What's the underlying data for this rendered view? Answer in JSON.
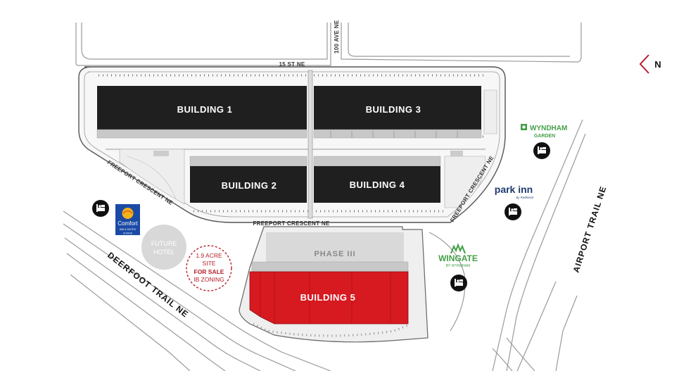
{
  "compass": {
    "label": "N"
  },
  "colors": {
    "building": "#1f1f1f",
    "highlight": "#d71920",
    "phase": "#d9d9d9",
    "site_outline": "#b5202a",
    "wyndham": "#43a047",
    "parkinn": "#1f3a6e",
    "comfort_blue": "#1a4aa5",
    "comfort_gold": "#f3b21a"
  },
  "roads": {
    "st15": "15 ST NE",
    "ave100": "100 AVE NE",
    "freeport_a": "FREEPORT CRESCENT NE",
    "freeport_b": "FREEPORT CRESCENT NE",
    "freeport_c": "FREEPORT CRESCENT NE",
    "deerfoot": "DEERFOOT TRAIL NE",
    "airport": "AIRPORT TRAIL NE"
  },
  "buildings": {
    "b1": "BUILDING 1",
    "b2": "BUILDING 2",
    "b3": "BUILDING 3",
    "b4": "BUILDING 4",
    "b5": "BUILDING 5"
  },
  "phase": "PHASE III",
  "future_hotel": {
    "line1": "FUTURE",
    "line2": "HOTEL"
  },
  "sale_site": {
    "line1": "1.9 ACRE",
    "line2": "SITE",
    "line3": "FOR SALE",
    "line4": "IB ZONING"
  },
  "hotels": {
    "wyndham": {
      "line1": "WYNDHAM",
      "line2": "GARDEN"
    },
    "parkinn": {
      "name": "park inn",
      "sub": "by Radisson"
    },
    "wingate": {
      "name": "WINGATE",
      "sub": "BY WYNDHAM"
    },
    "comfort": {
      "name": "Comfort",
      "sub": "INN & SUITES",
      "choice": "CHOICE"
    }
  },
  "icons": {
    "hotel_marker": "bed-icon"
  }
}
